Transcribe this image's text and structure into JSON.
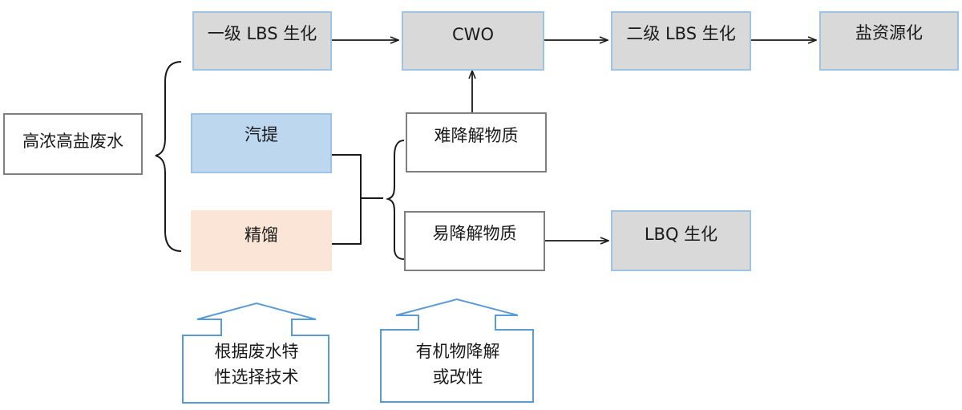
{
  "source": {
    "label": "高浓高盐废水"
  },
  "stage1": {
    "a_label": "汽提",
    "b_label": "精馏"
  },
  "stage2": {
    "hard_label": "难降解物质",
    "easy_label": "易降解物质"
  },
  "top_row": {
    "lbs1": "一级 LBS 生化",
    "cwo": "CWO",
    "lbs2": "二级 LBS 生化",
    "salt": "盐资源化"
  },
  "lbq": {
    "label": "LBQ 生化"
  },
  "callouts": {
    "left": {
      "line1": "根据废水特",
      "line2": "性选择技术"
    },
    "right": {
      "line1": "有机物降解",
      "line2": "或改性"
    }
  },
  "colors": {
    "gray_fill": "#d9d9d9",
    "blue_fill": "#bdd7ee",
    "peach_fill": "#fbe5d6",
    "accent_border": "#9dc3e6",
    "callout_border": "#5b9bd5"
  }
}
